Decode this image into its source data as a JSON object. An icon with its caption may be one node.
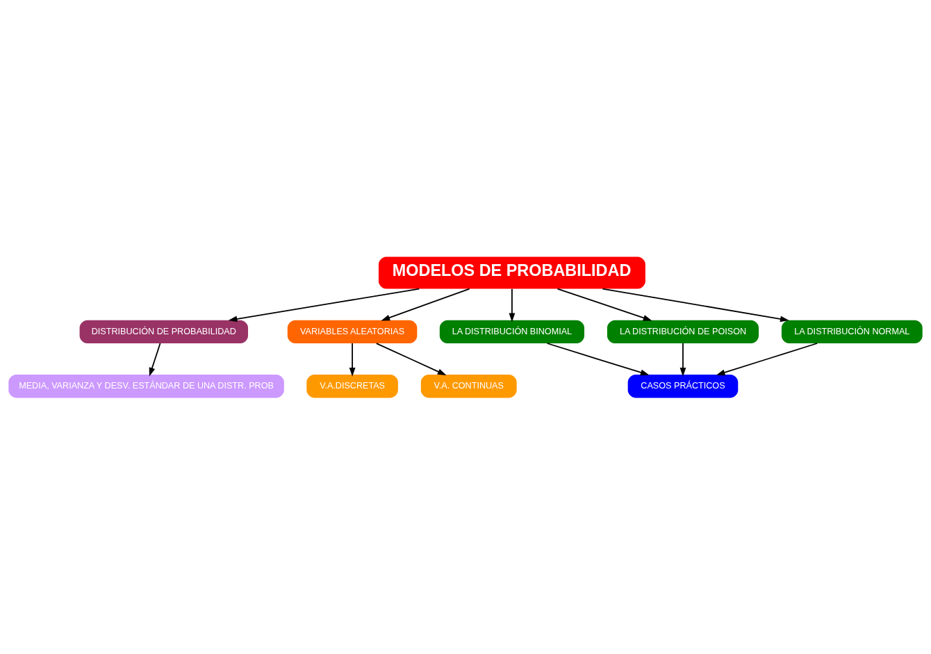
{
  "diagram": {
    "nodes": [
      {
        "text": [
          "MODELOS DE PROBABILIDAD"
        ]
      },
      {
        "text": [
          "DISTRIBUCIÓN DE PROBABILIDAD"
        ]
      },
      {
        "text": [
          "MEDIA, VARIANZA Y DESV. ESTÁNDAR DE UNA DISTR. PROB"
        ]
      },
      {
        "text": [
          "VARIABLES ALEATORIAS"
        ]
      },
      {
        "text": [
          "V.A.DISCRETAS"
        ]
      },
      {
        "text": [
          "V.A. CONTINUAS"
        ]
      },
      {
        "text": [
          "LA DISTRIBUCIÓN BINOMIAL"
        ]
      },
      {
        "text": [
          "LA DISTRIBUCIÓN DE POISON"
        ]
      },
      {
        "text": [
          "LA DISTRIBUCIÓN NORMAL"
        ]
      },
      {
        "text": [
          "CASOS PRÁCTICOS"
        ]
      }
    ],
    "edges": [
      {
        "from": 0,
        "to": 1,
        "arrow": "to"
      },
      {
        "from": 1,
        "to": 2,
        "arrow": "to"
      },
      {
        "from": 0,
        "to": 3,
        "arrow": "to"
      },
      {
        "from": 3,
        "to": 4,
        "arrow": "to"
      },
      {
        "from": 3,
        "to": 5,
        "arrow": "to"
      },
      {
        "from": 0,
        "to": 6,
        "arrow": "to"
      },
      {
        "from": 0,
        "to": 7,
        "arrow": "to"
      },
      {
        "from": 0,
        "to": 8,
        "arrow": "to"
      },
      {
        "from": 6,
        "to": 9,
        "arrow": "to"
      },
      {
        "from": 7,
        "to": 9,
        "arrow": "to"
      },
      {
        "from": 8,
        "to": 9,
        "arrow": "to"
      }
    ]
  }
}
